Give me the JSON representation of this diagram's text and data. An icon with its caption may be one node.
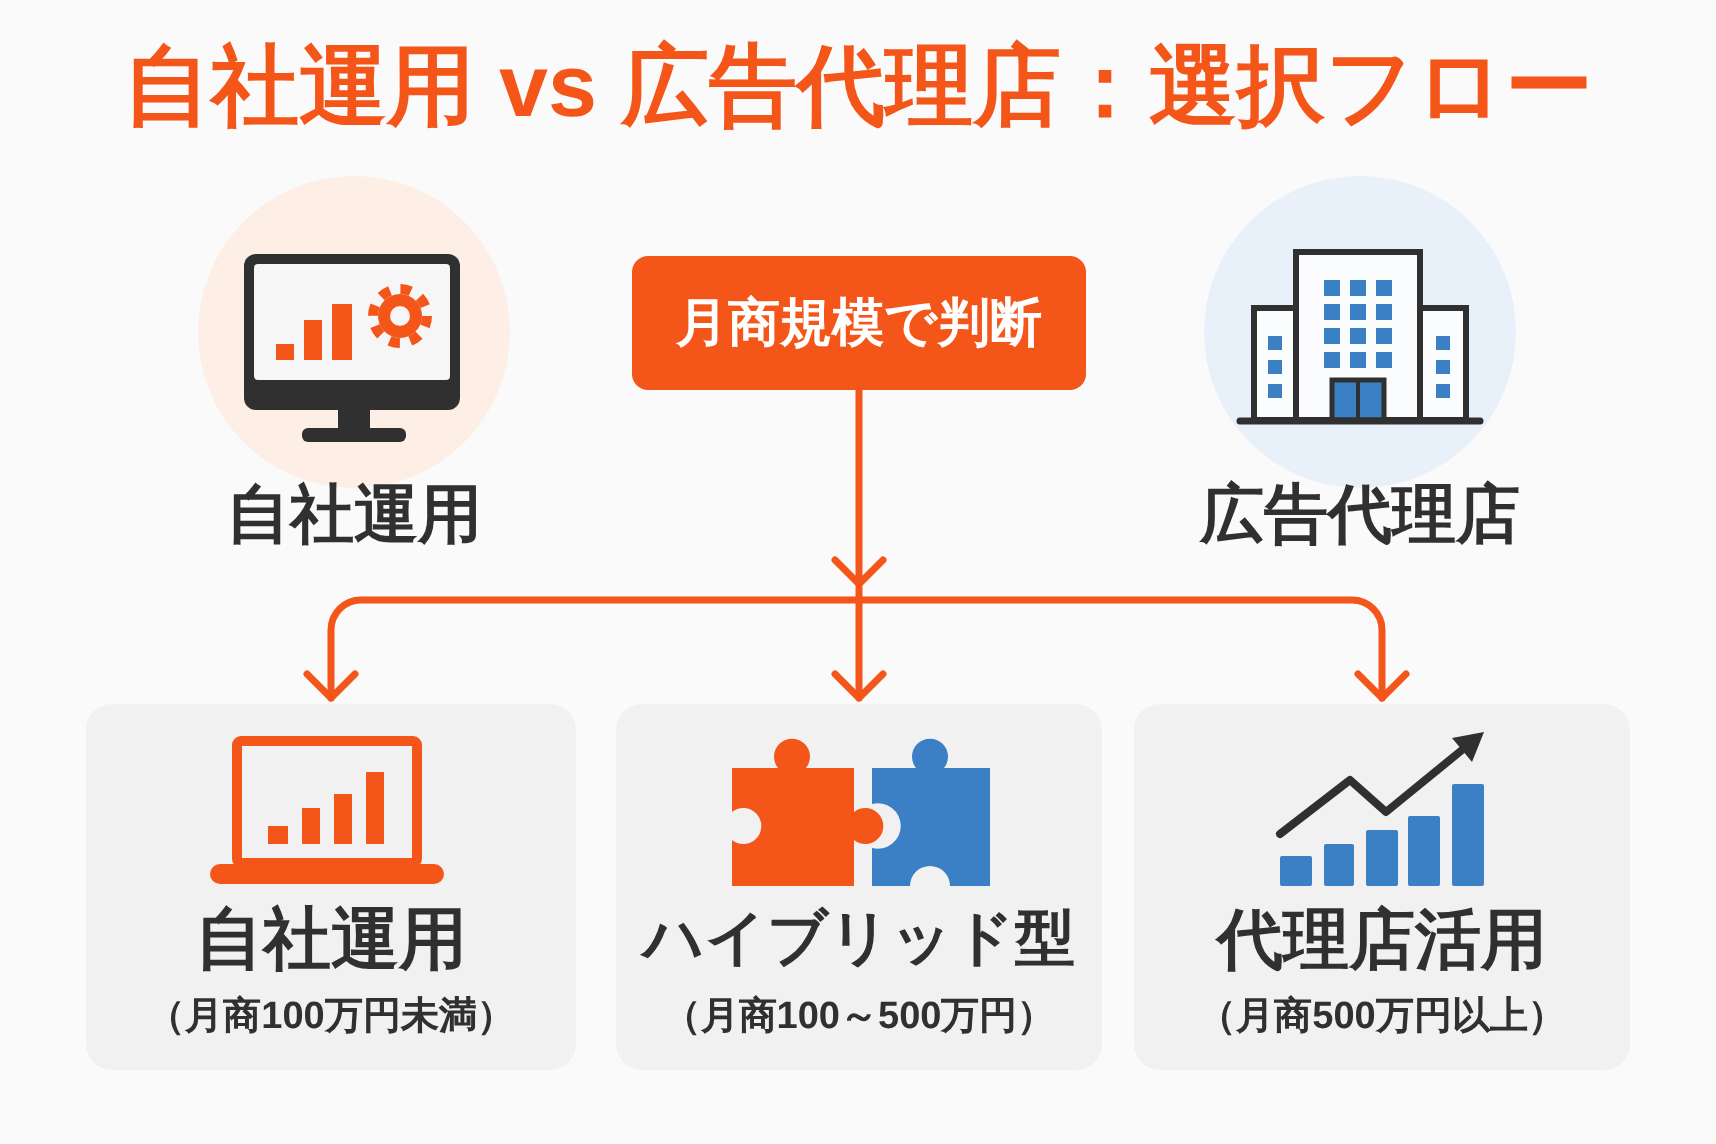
{
  "diagram": {
    "title": "自社運用 vs 広告代理店：選択フロー",
    "nodes": [
      {
        "text": [
          "自社運用"
        ]
      },
      {
        "text": [
          "月商規模で判断"
        ]
      },
      {
        "text": [
          "広告代理店"
        ]
      },
      {
        "text": [
          "自社運用",
          "（月商100万円未満）"
        ]
      },
      {
        "text": [
          "ハイブリッド型",
          "（月商100～500万円）"
        ]
      },
      {
        "text": [
          "代理店活用",
          "（月商500万円以上）"
        ]
      }
    ],
    "edges": [
      {
        "from": 1,
        "to": 3,
        "arrow": "to"
      },
      {
        "from": 1,
        "to": 4,
        "arrow": "to"
      },
      {
        "from": 1,
        "to": 5,
        "arrow": "to"
      }
    ]
  }
}
